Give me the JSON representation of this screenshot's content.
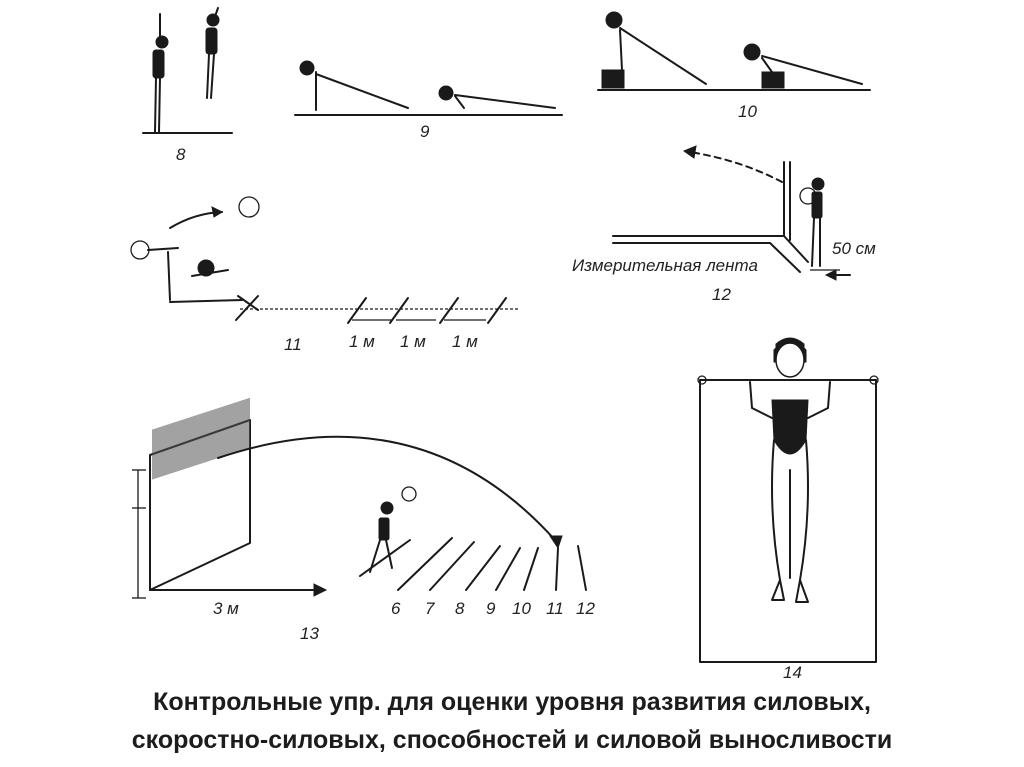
{
  "figure": {
    "exercises": {
      "ex8": {
        "number": "8"
      },
      "ex9": {
        "number": "9"
      },
      "ex10": {
        "number": "10"
      },
      "ex11": {
        "number": "11",
        "segment_label": "1 м"
      },
      "ex12": {
        "number": "12",
        "tape_label": "Измерительная лента",
        "distance_label": "50 см"
      },
      "ex13": {
        "number": "13",
        "distance_label": "3 м",
        "zone_numbers": [
          "6",
          "7",
          "8",
          "9",
          "10",
          "11",
          "12"
        ]
      },
      "ex14": {
        "number": "14"
      }
    }
  },
  "caption": {
    "line1": "Контрольные упр. для оценки уровня развития силовых,",
    "line2": "скоростно-силовых, способностей и силовой выносливости"
  }
}
